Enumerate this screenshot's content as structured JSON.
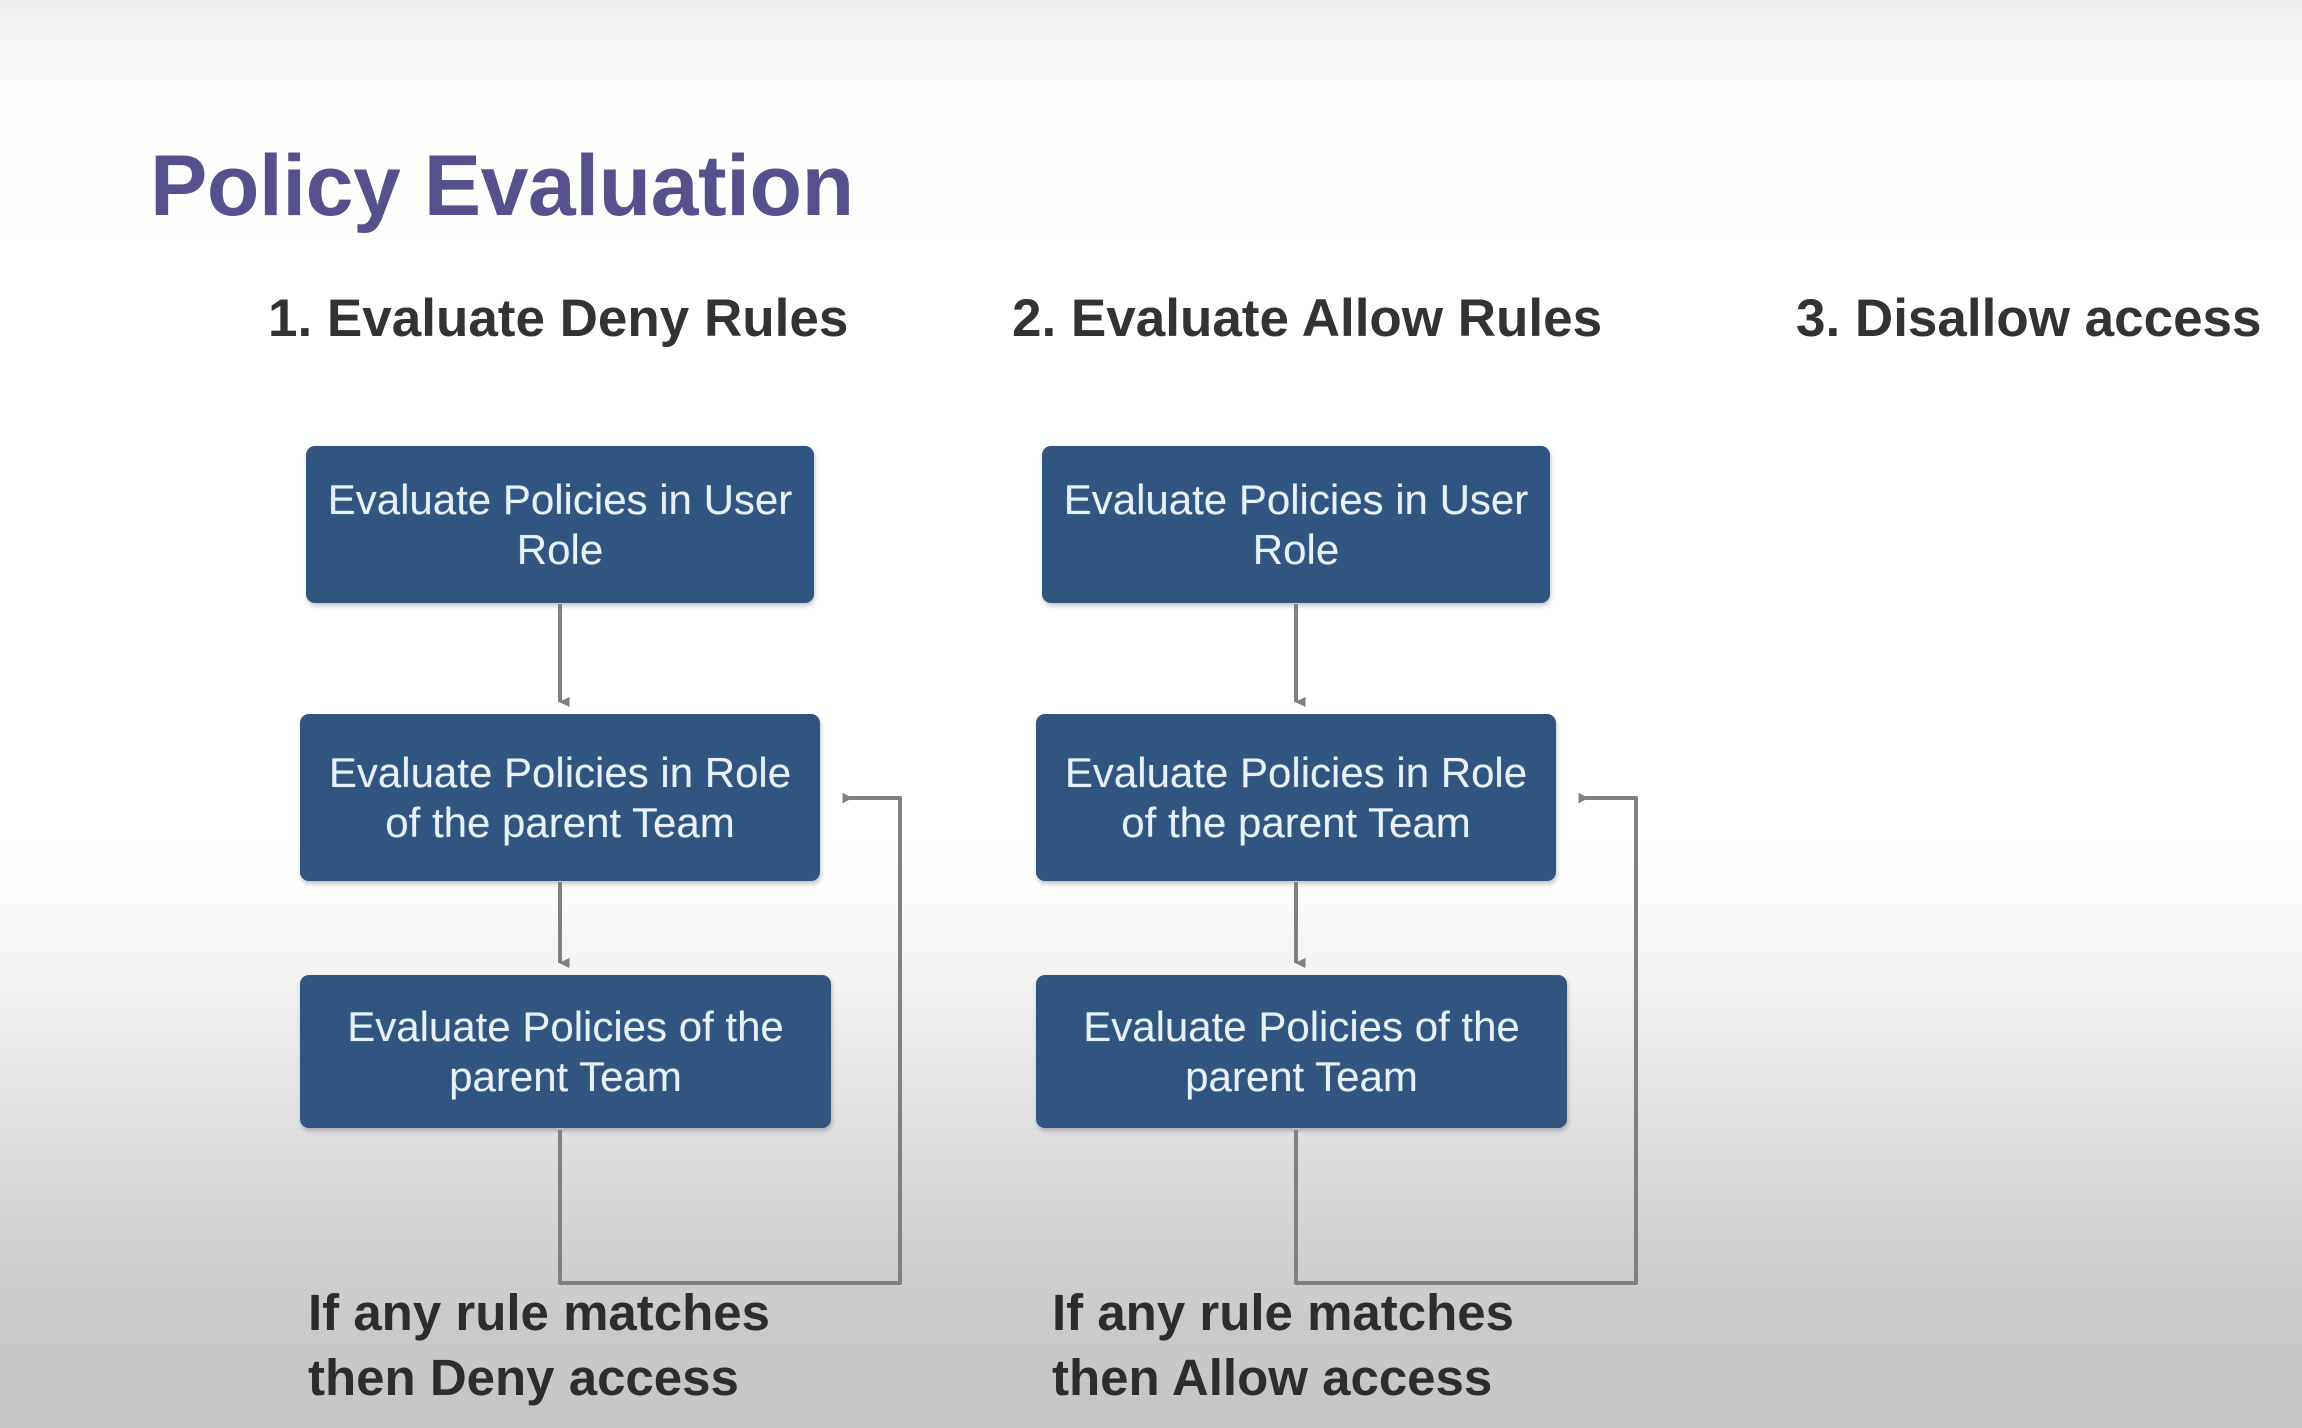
{
  "slide": {
    "title": "Policy Evaluation",
    "title_color": "#56508c",
    "background": {
      "type": "vertical-gradient",
      "top_color": "#eceded",
      "mid_color": "#ffffff",
      "bottom_color": "#c4c4c4"
    }
  },
  "theme": {
    "node_fill": "#2f5580",
    "node_text": "#e9f1f8",
    "connector_color": "#808080",
    "heading_color": "#333333",
    "caption_color": "#2d2d2d"
  },
  "columns": [
    {
      "heading": "1. Evaluate Deny Rules",
      "nodes": [
        "Evaluate Policies in User Role",
        "Evaluate Policies in Role of the parent Team",
        "Evaluate Policies of the parent Team"
      ],
      "caption": "If any rule matches\nthen Deny access"
    },
    {
      "heading": "2. Evaluate Allow Rules",
      "nodes": [
        "Evaluate Policies in User Role",
        "Evaluate Policies in Role of the parent Team",
        "Evaluate Policies of the parent Team"
      ],
      "caption": "If any rule matches\nthen Allow access"
    },
    {
      "heading": "3. Disallow access",
      "nodes": [],
      "caption": ""
    }
  ]
}
